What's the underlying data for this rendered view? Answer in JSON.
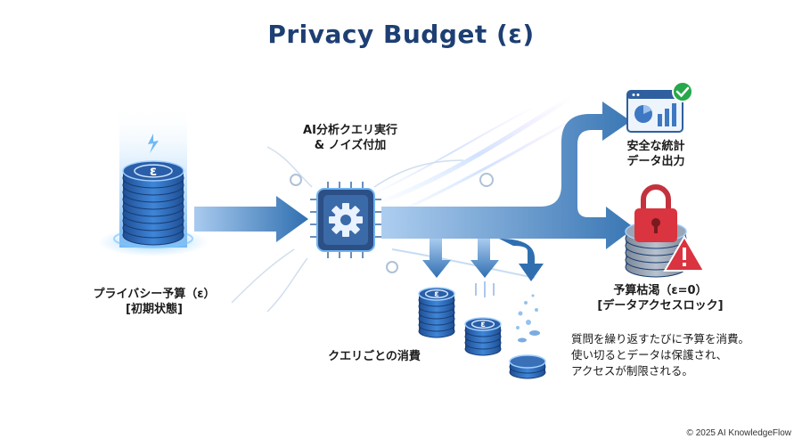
{
  "title": "Privacy Budget (ε)",
  "colors": {
    "title": "#1d3f73",
    "arrow_dark": "#2f6fb0",
    "arrow_light": "#7fb1e3",
    "coin": "#2a5ea8",
    "lock": "#d9343f",
    "check": "#27a84a"
  },
  "nodes": {
    "initial_budget": {
      "line1": "プライバシー予算（ε）",
      "line2": "[初期状態]",
      "icon": "coin-stack-icon",
      "symbol": "ε"
    },
    "query": {
      "line1": "AI分析クエリ実行",
      "line2": "& ノイズ付加",
      "icon": "gear-chip-icon"
    },
    "consumption": {
      "label": "クエリごとの消費",
      "icon": "coin-stack-icon",
      "symbol": "ε"
    },
    "safe_output": {
      "line1": "安全な統計",
      "line2": "データ出力",
      "icon": "chart-check-icon"
    },
    "exhausted": {
      "line1": "予算枯渇（ε=0）",
      "line2": "[データアクセスロック]",
      "icon": "lock-warning-icon"
    }
  },
  "description": {
    "line1": "質問を繰り返すたびに予算を消費。",
    "line2": "使い切るとデータは保護され、",
    "line3": "アクセスが制限される。"
  },
  "copyright": "© 2025 AI KnowledgeFlow"
}
